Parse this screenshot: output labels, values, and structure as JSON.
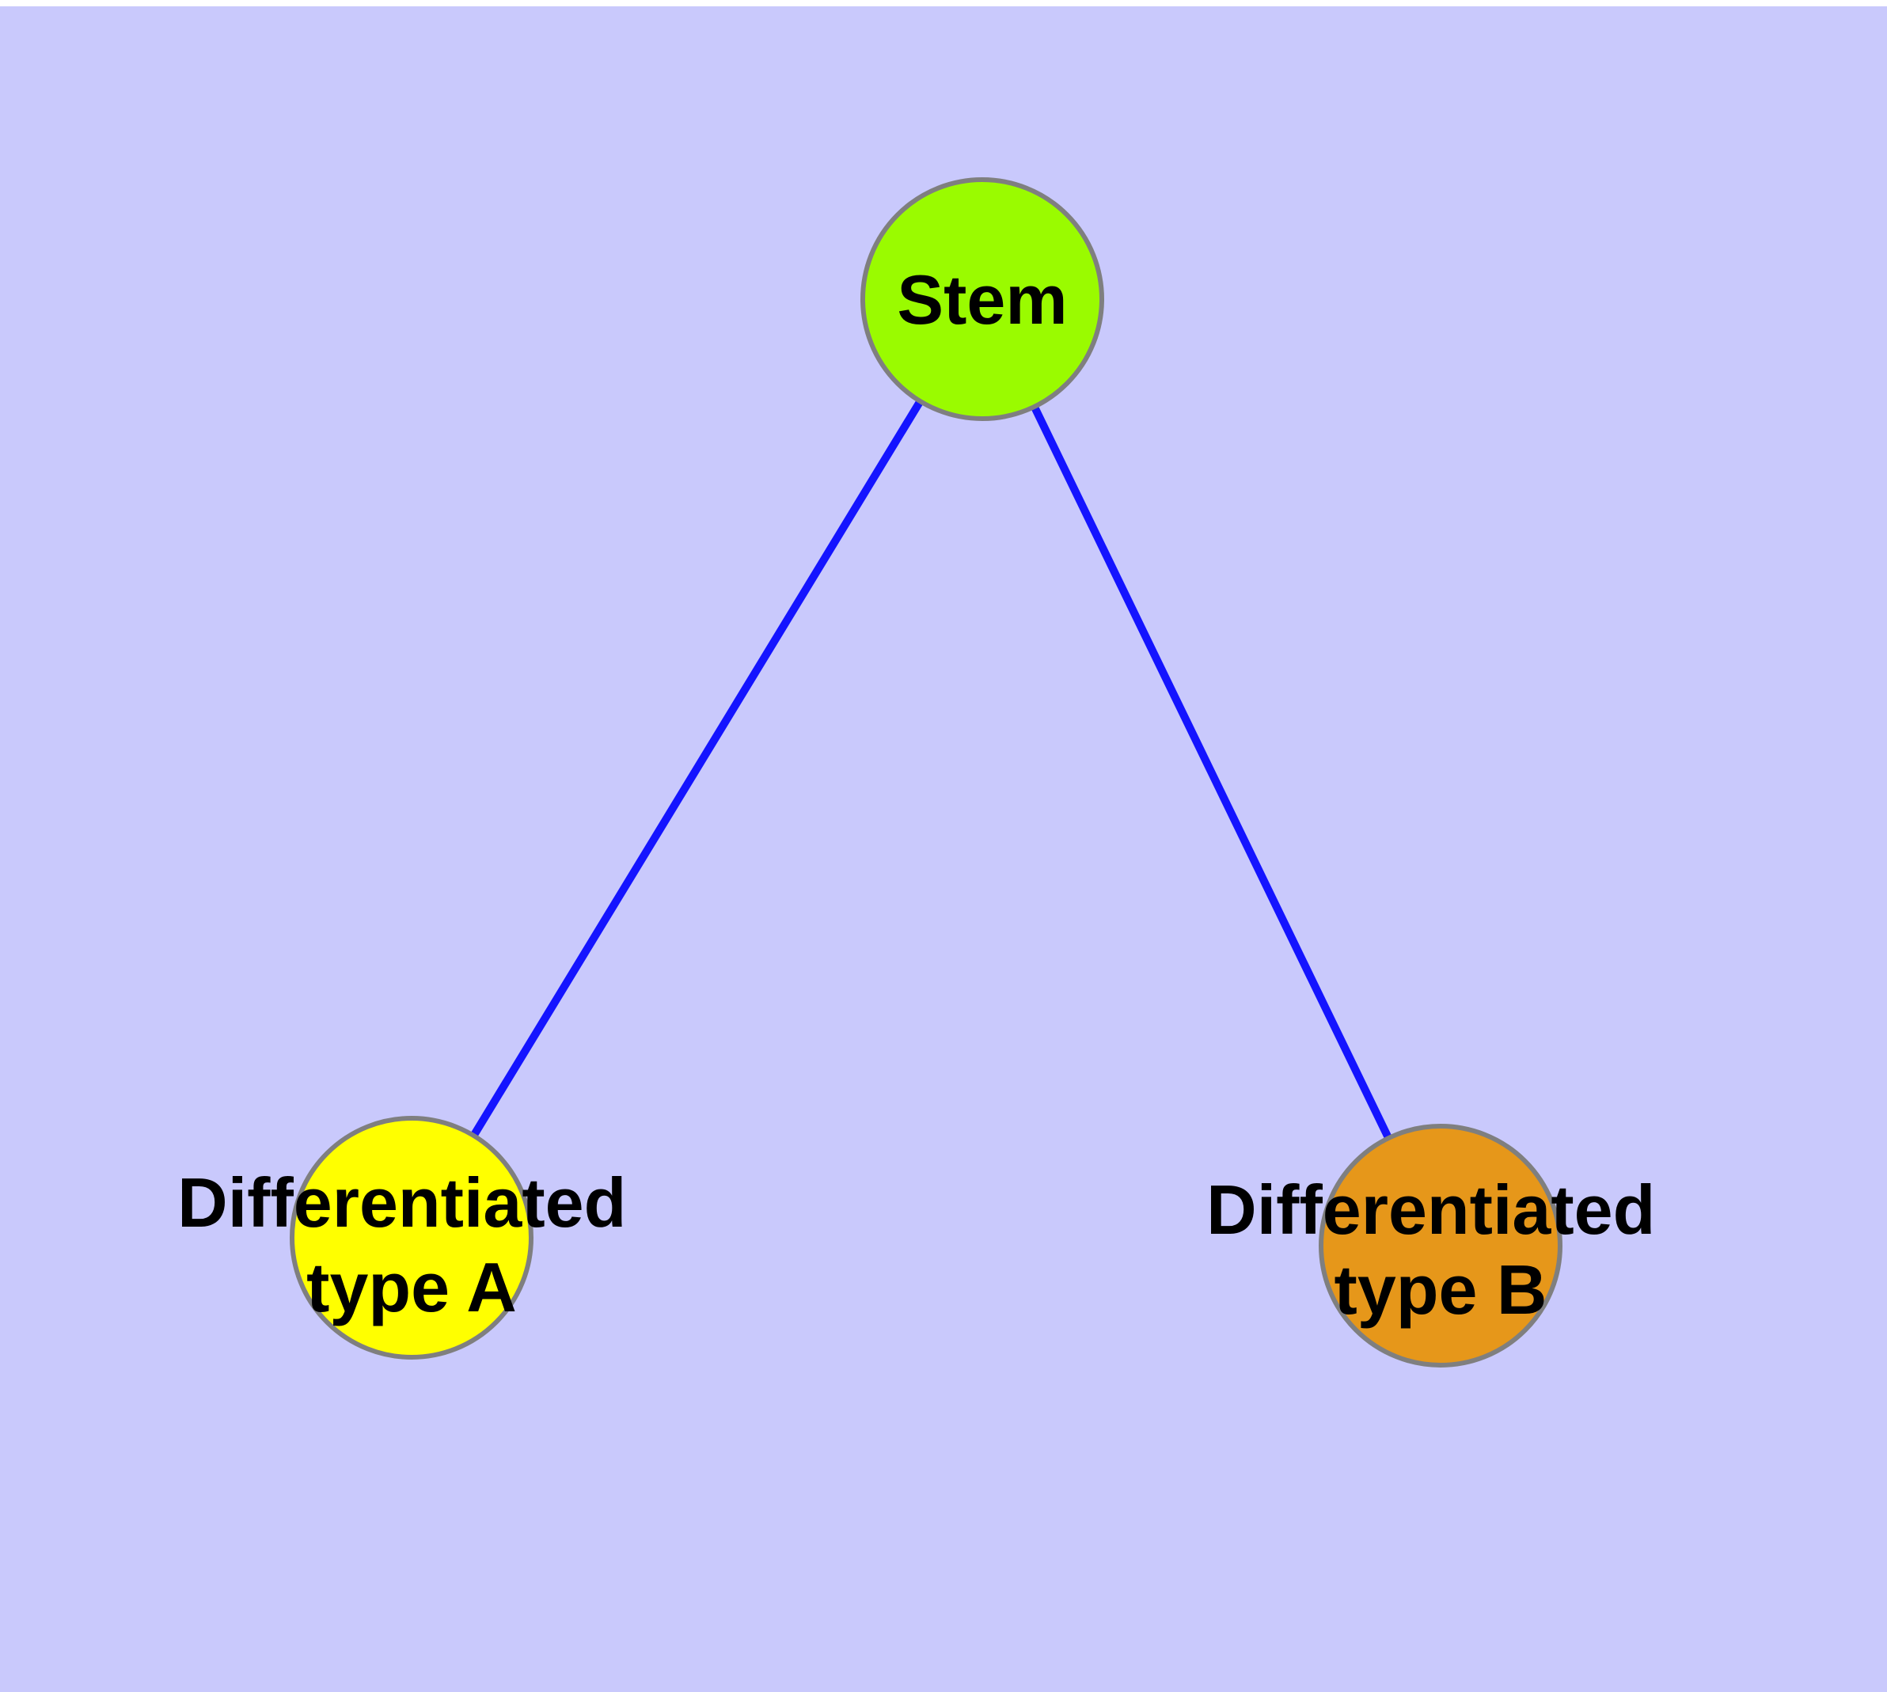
{
  "diagram": {
    "background_color": "#C9C9FC",
    "top_margin_color": "#FFFFFF",
    "edge_color": "#1414FF",
    "node_border_color": "#7F7F7F",
    "label_color": "#000000",
    "nodes": [
      {
        "id": "stem",
        "label": "Stem",
        "fill": "#9AFB00"
      },
      {
        "id": "differentiated-type-a",
        "label_line1": "Differentiated",
        "label_line2": "type A",
        "fill": "#FFFF00"
      },
      {
        "id": "differentiated-type-b",
        "label_line1": "Differentiated",
        "label_line2": "type B",
        "fill": "#E6971A"
      }
    ],
    "edges": [
      {
        "from": "Stem",
        "to": "Differentiated type A"
      },
      {
        "from": "Stem",
        "to": "Differentiated type B"
      }
    ]
  }
}
